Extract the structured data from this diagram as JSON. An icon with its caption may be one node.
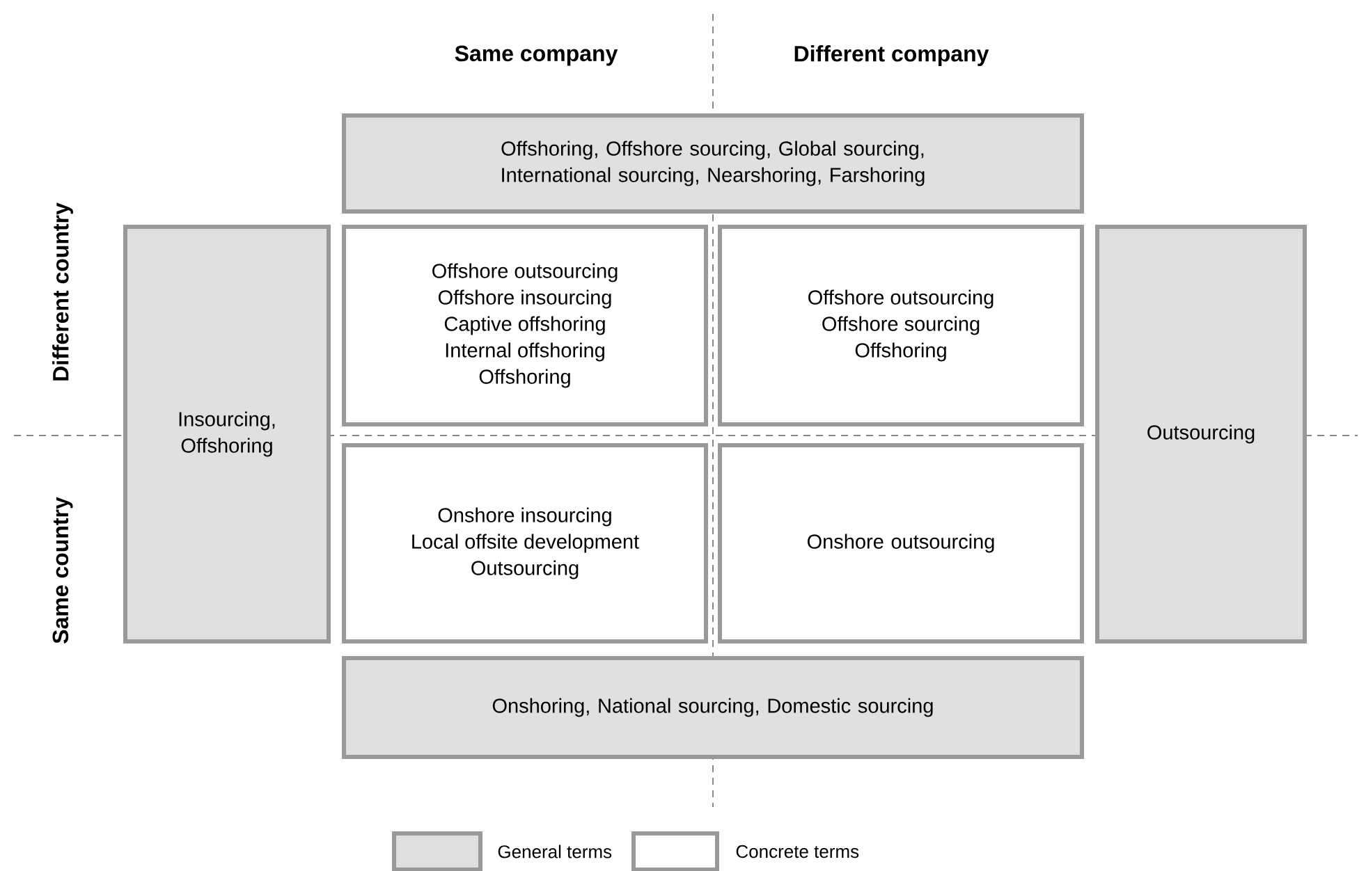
{
  "diagram": {
    "nodes": [
      {
        "text": [
          "Offshoring, Offshore sourcing, Global sourcing, International sourcing, Nearshoring, Farshoring"
        ]
      },
      {
        "text": [
          "Insourcing, Offshoring"
        ]
      },
      {
        "text": [
          "Offshore outsourcing",
          "Offshore insourcing",
          "Captive offshoring",
          "Internal offshoring",
          "Offshoring"
        ]
      },
      {
        "text": [
          "Offshore outsourcing",
          "Offshore sourcing",
          "Offshoring"
        ]
      },
      {
        "text": [
          "Outsourcing"
        ]
      },
      {
        "text": [
          "Onshore insourcing",
          "Local offsite development",
          "Outsourcing"
        ]
      },
      {
        "text": [
          "Onshore outsourcing"
        ]
      },
      {
        "text": [
          "Onshoring, National sourcing, Domestic sourcing"
        ]
      }
    ],
    "labels": [
      "Same company",
      "Different company",
      "Different country",
      "Same country"
    ],
    "legend": [
      {
        "text": "General terms",
        "color": "#e0e0e0"
      },
      {
        "text": "Concrete terms"
      }
    ]
  }
}
